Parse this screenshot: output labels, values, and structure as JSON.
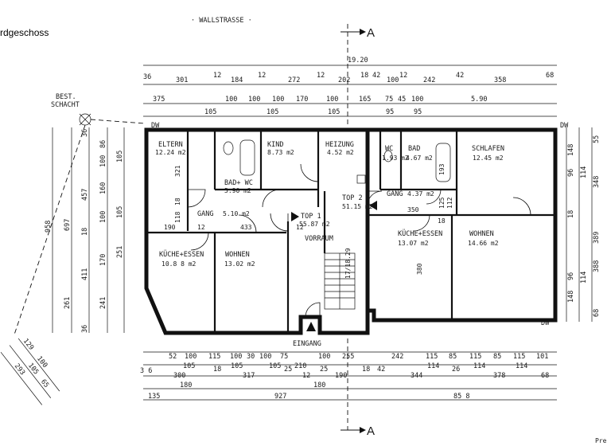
{
  "header": {
    "floor_title": "rdgeschoss",
    "street": "· WALLSTRASSE ·",
    "section_top": "A",
    "section_bottom": "A",
    "best_schacht_1": "BEST.",
    "best_schacht_2": "SCHACHT",
    "dw_left": "DW",
    "dw_right": "DW",
    "dw_bottom": "DW"
  },
  "rooms": {
    "eltern": "ELTERN",
    "eltern_area": "12.24 m2",
    "kind": "KIND",
    "kind_area": "8.73 m2",
    "heizung": "HEIZUNG",
    "heizung_area": "4.52 m2",
    "bad_wc": "BAD+ WC",
    "bad_wc_area": "5.90 m2",
    "gang_l": "GANG",
    "gang_l_area": "5.10 m2",
    "kueche_l": "KÜCHE+ESSEN",
    "kueche_l_area": "10.8 8 m2",
    "wohnen_l": "WOHNEN",
    "wohnen_l_area": "13.02 m2",
    "top1": "TOP 1",
    "top1_area": "55.87 m2",
    "vorraum": "VORRAUM",
    "eingang": "EINGANG",
    "wc": "WC",
    "wc_area": "1.93 m2",
    "bad": "BAD",
    "bad_area": "4.67 m2",
    "schlafen": "SCHLAFEN",
    "schlafen_area": "12.45 m2",
    "top2": "TOP 2",
    "top2_area": "51.15 m2",
    "gang_r": "GANG",
    "gang_r_area": "4.37 m2",
    "kueche_r": "KÜCHE+ESSEN",
    "kueche_r_area": "13.07 m2",
    "wohnen_r": "WOHNEN",
    "wohnen_r_area": "14.66 m2",
    "stairs": "17/18.29"
  },
  "dims_top": {
    "overall": "19.20",
    "row1": [
      "36",
      "301",
      "12",
      "184",
      "12",
      "272",
      "12",
      "202",
      "18",
      "42",
      "100",
      "12",
      "242",
      "42",
      "358",
      "68"
    ],
    "row2": [
      "375",
      "100",
      "100",
      "100",
      "170",
      "100",
      "165",
      "75",
      "45",
      "100",
      "5.90"
    ],
    "row3": [
      "105",
      "105",
      "105",
      "95",
      "95"
    ]
  },
  "dims_bottom": {
    "row1": [
      "52",
      "100",
      "115",
      "100",
      "30",
      "100",
      "75",
      "100",
      "255",
      "242",
      "115",
      "85",
      "115",
      "85",
      "115",
      "101"
    ],
    "row1b": [
      "105",
      "105",
      "105",
      "210",
      "114",
      "114",
      "114"
    ],
    "row2": [
      "3 6",
      "300",
      "18",
      "317",
      "25",
      "12",
      "25",
      "190",
      "18",
      "42",
      "344",
      "26",
      "378",
      "68"
    ],
    "row3": [
      "180",
      "180"
    ],
    "row4": [
      "135",
      "927",
      "85 8"
    ]
  },
  "dims_left": {
    "outer": "958",
    "col1": [
      "697",
      "261"
    ],
    "col2": [
      "36",
      "457",
      "18",
      "411",
      "36"
    ],
    "col3": [
      "86",
      "100",
      "160",
      "100",
      "170",
      "241"
    ],
    "col4": [
      "105",
      "105",
      "251"
    ]
  },
  "dims_right": {
    "col1": [
      "148",
      "96",
      "18",
      "96",
      "148"
    ],
    "col2": [
      "114",
      "114"
    ],
    "col3": [
      "348",
      "389",
      "388",
      "68"
    ],
    "col4": [
      "55"
    ]
  },
  "dims_inner": {
    "eltern_h": "321",
    "eltern_18": "18",
    "eltern_118": "118",
    "gang_190": "190",
    "gang_12": "12",
    "gang_433": "433",
    "gang_12b": "12",
    "bad_193": "193",
    "gang_r_125": "125",
    "gang_r_112": "112",
    "gang_r_350": "350",
    "gang_r_18": "18",
    "kueche_r_380": "380"
  },
  "dims_diag": [
    "129",
    "100",
    "105",
    "65",
    "293"
  ],
  "footer_right": "Pre"
}
